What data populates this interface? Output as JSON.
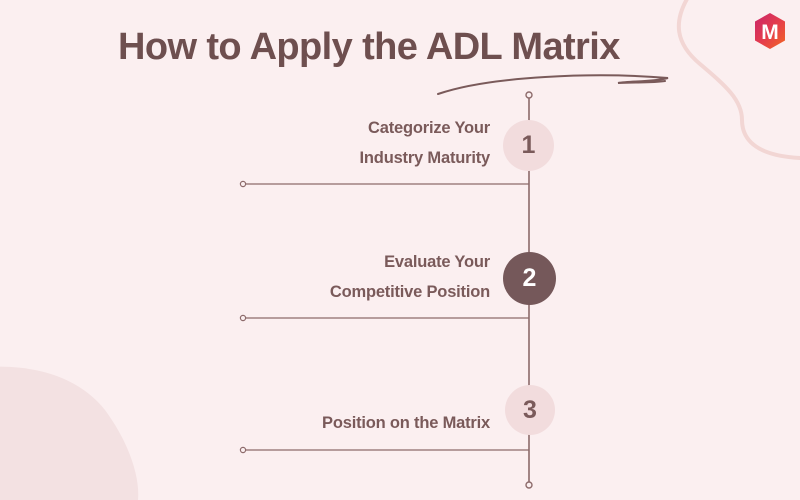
{
  "brand": {
    "logo_icon": "hexagon-m-logo-icon",
    "logo_letter": "M",
    "logo_gradient_from": "#c9256b",
    "logo_gradient_to": "#f05a28"
  },
  "header": {
    "title": "How to Apply the ADL Matrix",
    "title_color": "#6e4f4f",
    "underline_icon": "swoosh-underline-icon"
  },
  "theme": {
    "background": "#fbeff0",
    "blob_color": "#f3e1e2",
    "wave_color": "#f2d8d6",
    "line_color": "#8c6a6a",
    "text_color": "#7a5a5a",
    "badge_light": "#f2dcdd",
    "badge_dark": "#75585a"
  },
  "timeline": {
    "axis_top_dot_icon": "timeline-start-dot-icon",
    "axis_bottom_dot_icon": "timeline-end-dot-icon",
    "steps": [
      {
        "number": "1",
        "lines": [
          "Categorize Your",
          "Industry Maturity"
        ],
        "badge_style": "light",
        "connector_dot_icon": "connector-dot-icon"
      },
      {
        "number": "2",
        "lines": [
          "Evaluate Your",
          "Competitive Position"
        ],
        "badge_style": "dark",
        "connector_dot_icon": "connector-dot-icon"
      },
      {
        "number": "3",
        "lines": [
          "Position on the Matrix"
        ],
        "badge_style": "light",
        "connector_dot_icon": "connector-dot-icon"
      }
    ]
  }
}
